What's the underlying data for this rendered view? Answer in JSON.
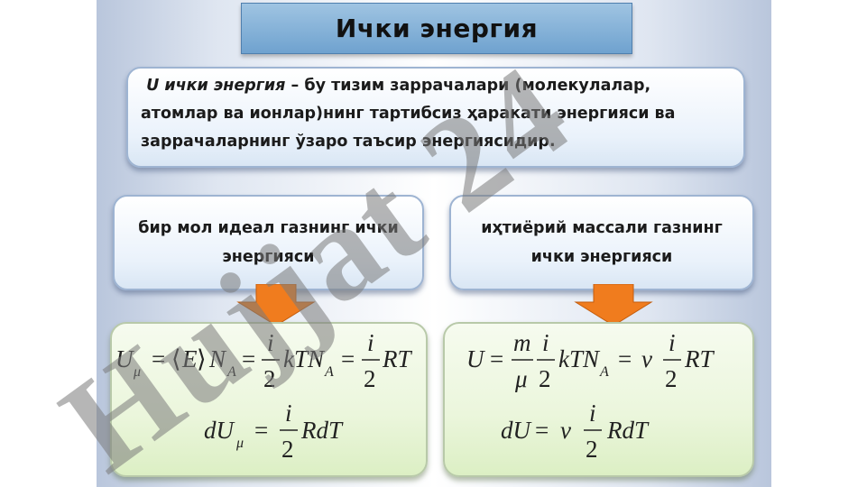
{
  "title": "Ички энергия",
  "definition": {
    "term": "U ички энергия",
    "dash": " – ",
    "line1_rest": "бу тизим заррачалари (молекулалар,",
    "line2": "атомлар ва ионлар)нинг тартибсиз ҳаракати энергияси ва",
    "line3": "заррачаларнинг ўзаро таъсир энергиясидир."
  },
  "left_box": {
    "line1": "бир мол идеал газнинг ички",
    "line2": "энергияси"
  },
  "right_box": {
    "line1": "иҳтиёрий массали газнинг",
    "line2": "ички энергияси"
  },
  "formulas": {
    "left_1": {
      "U": "U",
      "mu": "μ",
      "eq1": "=",
      "lang": "⟨",
      "E": "E",
      "rang": "⟩",
      "N": "N",
      "A": "A",
      "eq2": "=",
      "i": "i",
      "two": "2",
      "kTN": "kTN",
      "A2": "A",
      "eq3": "=",
      "i2": "i",
      "two2": "2",
      "RT": "RT"
    },
    "left_2": {
      "dU": "dU",
      "mu": "μ",
      "eq": "=",
      "i": "i",
      "two": "2",
      "RdT": "RdT"
    },
    "right_1": {
      "U": "U",
      "eq1": "=",
      "m": "m",
      "mu": "μ",
      "i": "i",
      "two": "2",
      "kTN": "kTN",
      "A": "A",
      "eq2": "=",
      "nu": "ν",
      "i2": "i",
      "two2": "2",
      "RT": "RT"
    },
    "right_2": {
      "dU": "dU",
      "eq": "=",
      "nu": "ν",
      "i": "i",
      "two": "2",
      "RdT": "RdT"
    }
  },
  "watermark": "Hujjat 24",
  "colors": {
    "arrow": "#f07c1e",
    "title_bg": "#7fb0da",
    "formula_bg": "#e6f3d4",
    "watermark": "#7a7a7a"
  }
}
